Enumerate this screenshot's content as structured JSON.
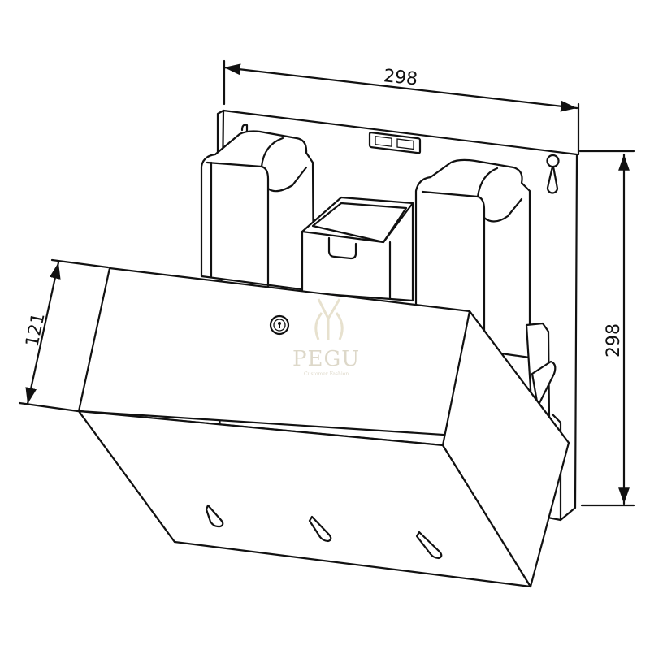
{
  "dimensions": {
    "top_width": "298",
    "right_height": "298",
    "left_depth": "121"
  },
  "watermark": {
    "brand": "PEGU",
    "tagline": "Customer Fashion"
  },
  "colors": {
    "line": "#111111",
    "background": "#ffffff",
    "watermark": "#d8d2c0"
  }
}
